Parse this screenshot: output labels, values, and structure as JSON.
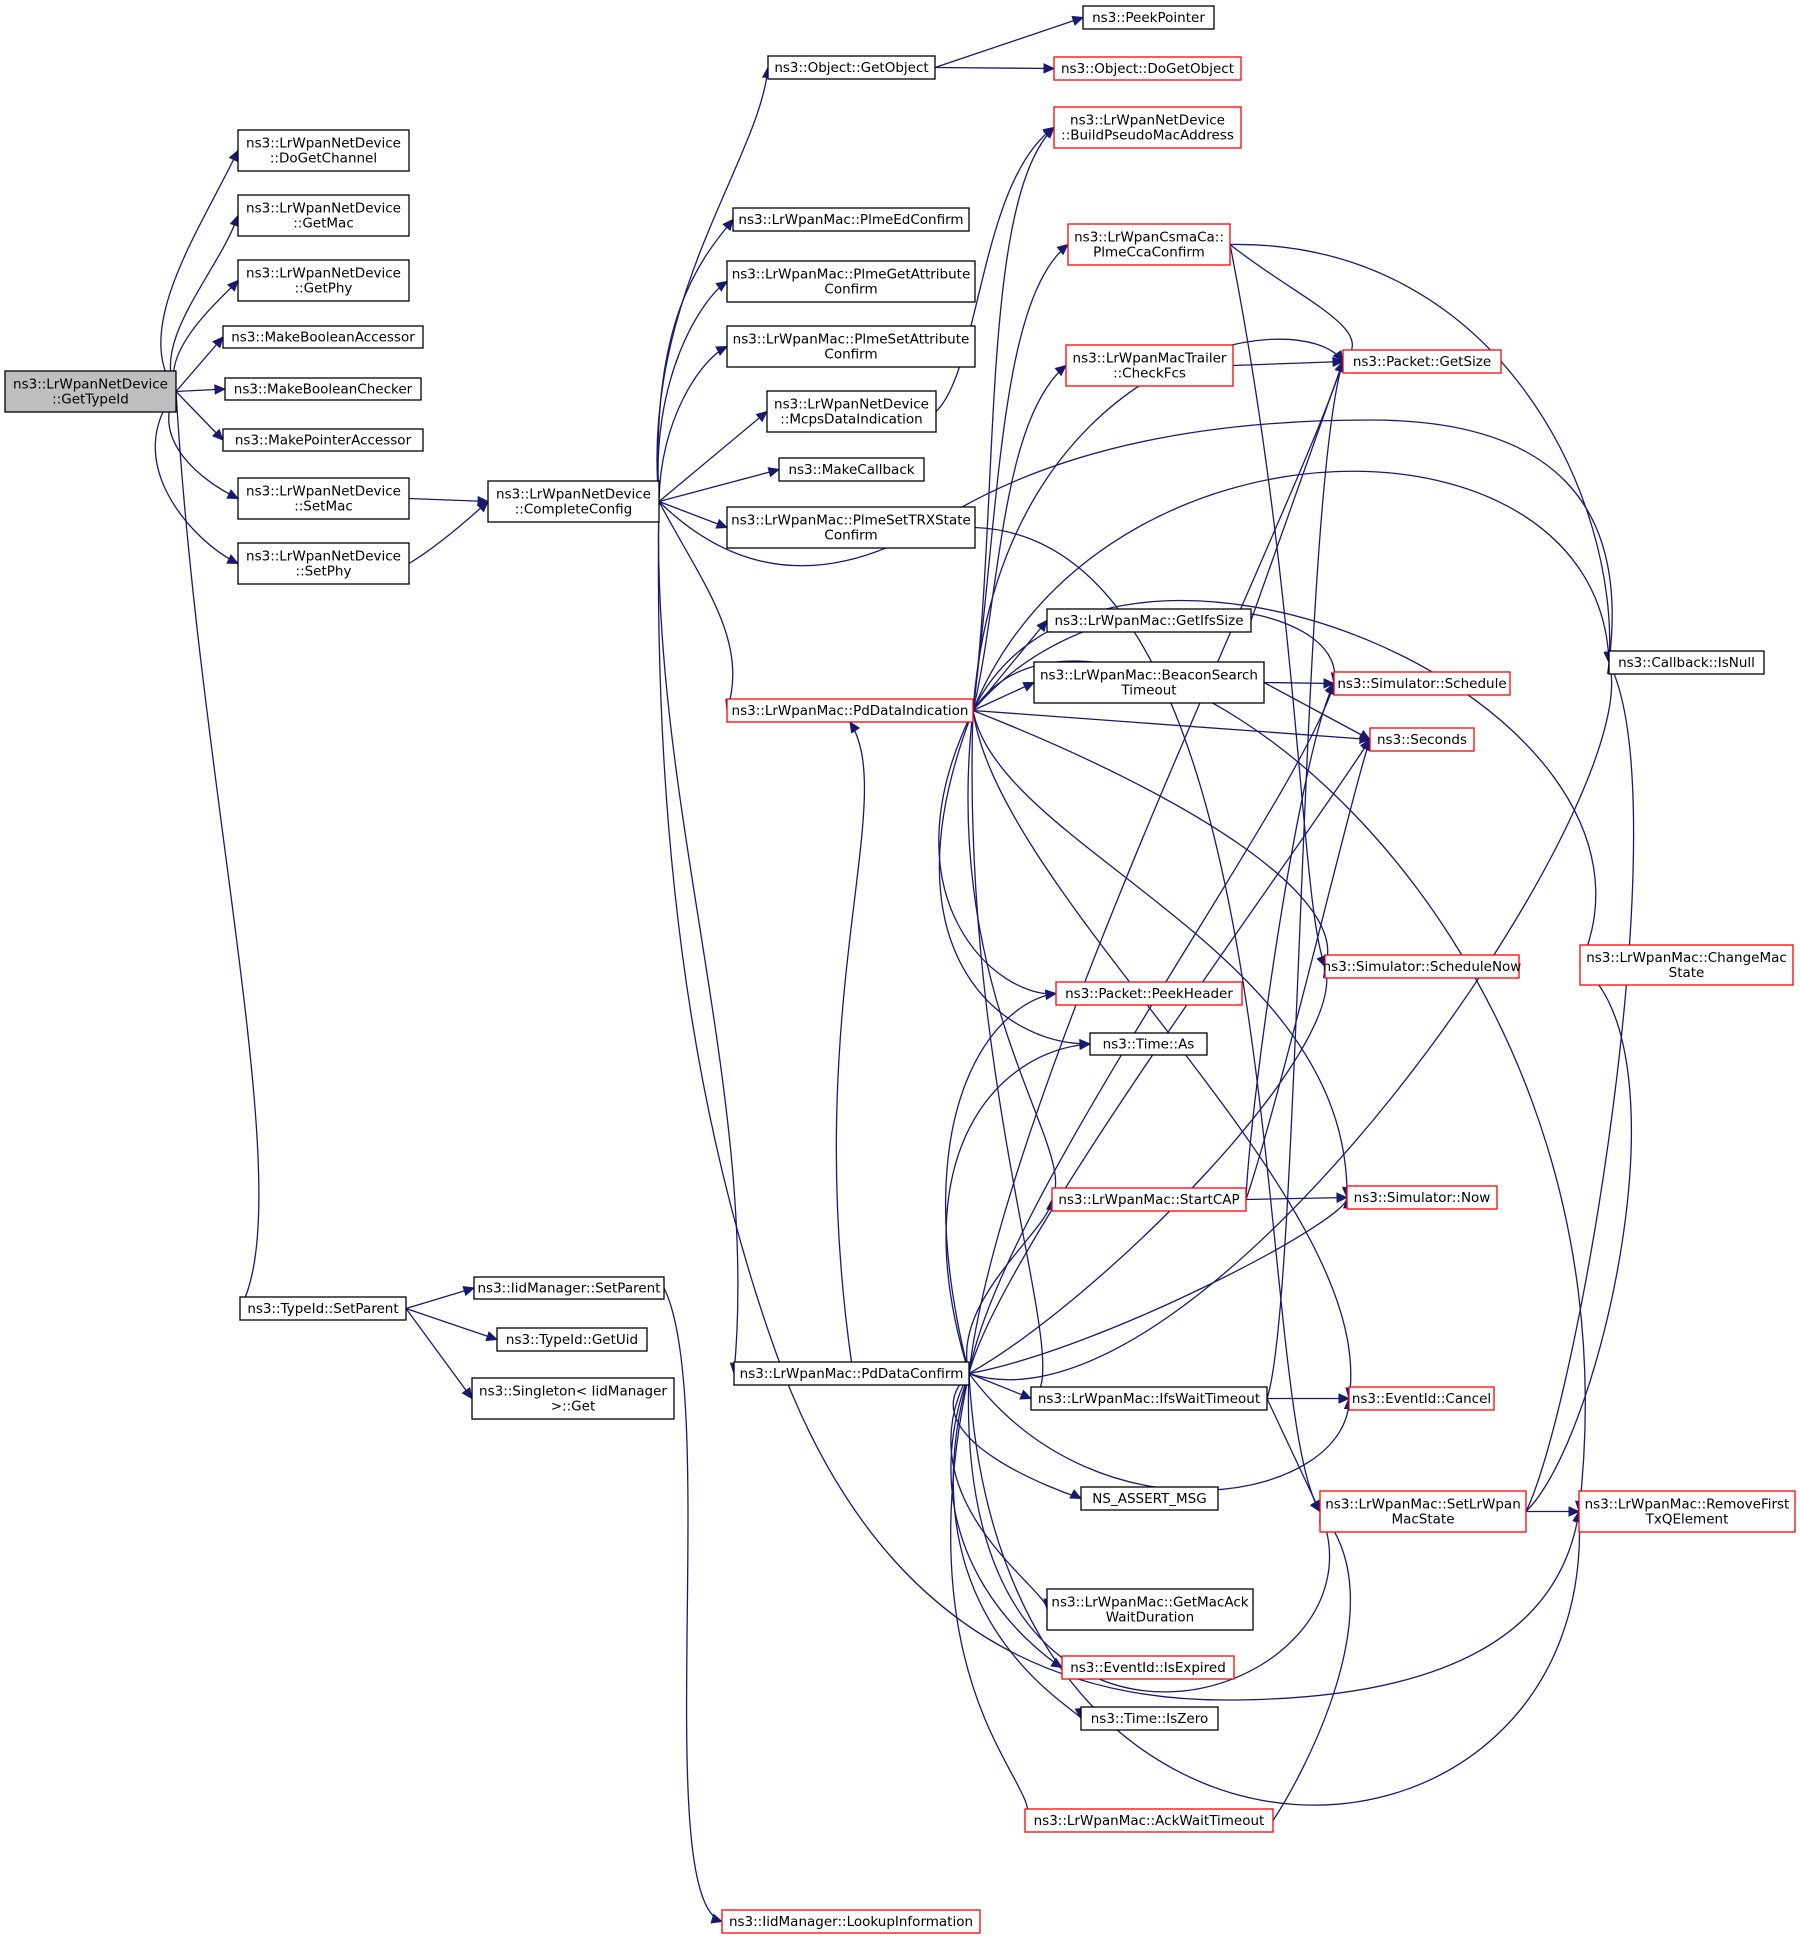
{
  "colors": {
    "edge": "#191970",
    "border_black": "#000000",
    "border_red": "#ff0000",
    "root_fill": "#bfbfbf",
    "node_fill": "#ffffff",
    "text": "#000000"
  },
  "nodes": [
    {
      "id": "n0",
      "lines": [
        "ns3::LrWpanNetDevice",
        "::GetTypeId"
      ],
      "border": "black",
      "root": true
    },
    {
      "id": "n1",
      "lines": [
        "ns3::LrWpanNetDevice",
        "::DoGetChannel"
      ],
      "border": "black"
    },
    {
      "id": "n2",
      "lines": [
        "ns3::LrWpanNetDevice",
        "::GetMac"
      ],
      "border": "black"
    },
    {
      "id": "n3",
      "lines": [
        "ns3::LrWpanNetDevice",
        "::GetPhy"
      ],
      "border": "black"
    },
    {
      "id": "n4",
      "lines": [
        "ns3::MakeBooleanAccessor"
      ],
      "border": "black"
    },
    {
      "id": "n5",
      "lines": [
        "ns3::MakeBooleanChecker"
      ],
      "border": "black"
    },
    {
      "id": "n6",
      "lines": [
        "ns3::MakePointerAccessor"
      ],
      "border": "black"
    },
    {
      "id": "n7",
      "lines": [
        "ns3::LrWpanNetDevice",
        "::SetMac"
      ],
      "border": "black"
    },
    {
      "id": "n8",
      "lines": [
        "ns3::LrWpanNetDevice",
        "::SetPhy"
      ],
      "border": "black"
    },
    {
      "id": "n9",
      "lines": [
        "ns3::TypeId::SetParent"
      ],
      "border": "black"
    },
    {
      "id": "n10",
      "lines": [
        "ns3::LrWpanNetDevice",
        "::CompleteConfig"
      ],
      "border": "black"
    },
    {
      "id": "n11",
      "lines": [
        "ns3::Object::GetObject"
      ],
      "border": "black"
    },
    {
      "id": "n12",
      "lines": [
        "ns3::LrWpanMac::PlmeEdConfirm"
      ],
      "border": "black"
    },
    {
      "id": "n13",
      "lines": [
        "ns3::LrWpanMac::PlmeGetAttribute",
        "Confirm"
      ],
      "border": "black"
    },
    {
      "id": "n14",
      "lines": [
        "ns3::LrWpanMac::PlmeSetAttribute",
        "Confirm"
      ],
      "border": "black"
    },
    {
      "id": "n15",
      "lines": [
        "ns3::LrWpanNetDevice",
        "::McpsDataIndication"
      ],
      "border": "black"
    },
    {
      "id": "n16",
      "lines": [
        "ns3::MakeCallback"
      ],
      "border": "black"
    },
    {
      "id": "n17",
      "lines": [
        "ns3::LrWpanMac::PlmeSetTRXState",
        "Confirm"
      ],
      "border": "black"
    },
    {
      "id": "n18",
      "lines": [
        "ns3::LrWpanMac::PdDataIndication"
      ],
      "border": "red"
    },
    {
      "id": "n19",
      "lines": [
        "ns3::LrWpanMac::PdDataConfirm"
      ],
      "border": "black"
    },
    {
      "id": "n20",
      "lines": [
        "ns3::IidManager::SetParent"
      ],
      "border": "black"
    },
    {
      "id": "n21",
      "lines": [
        "ns3::TypeId::GetUid"
      ],
      "border": "black"
    },
    {
      "id": "n22",
      "lines": [
        "ns3::Singleton< IidManager",
        " >::Get"
      ],
      "border": "black"
    },
    {
      "id": "n23",
      "lines": [
        "ns3::IidManager::LookupInformation"
      ],
      "border": "red"
    },
    {
      "id": "n24",
      "lines": [
        "ns3::PeekPointer"
      ],
      "border": "black"
    },
    {
      "id": "n25",
      "lines": [
        "ns3::Object::DoGetObject"
      ],
      "border": "red"
    },
    {
      "id": "n26",
      "lines": [
        "ns3::LrWpanNetDevice",
        "::BuildPseudoMacAddress"
      ],
      "border": "red"
    },
    {
      "id": "n27",
      "lines": [
        "ns3::LrWpanCsmaCa::",
        "PlmeCcaConfirm"
      ],
      "border": "red"
    },
    {
      "id": "n28",
      "lines": [
        "ns3::LrWpanMacTrailer",
        "::CheckFcs"
      ],
      "border": "red"
    },
    {
      "id": "n29",
      "lines": [
        "ns3::LrWpanMac::GetIfsSize"
      ],
      "border": "black"
    },
    {
      "id": "n30",
      "lines": [
        "ns3::LrWpanMac::BeaconSearch",
        "Timeout"
      ],
      "border": "black"
    },
    {
      "id": "n31",
      "lines": [
        "ns3::Packet::PeekHeader"
      ],
      "border": "red"
    },
    {
      "id": "n32",
      "lines": [
        "ns3::Time::As"
      ],
      "border": "black"
    },
    {
      "id": "n33",
      "lines": [
        "ns3::LrWpanMac::StartCAP"
      ],
      "border": "red"
    },
    {
      "id": "n34",
      "lines": [
        "ns3::LrWpanMac::IfsWaitTimeout"
      ],
      "border": "black"
    },
    {
      "id": "n35",
      "lines": [
        "NS_ASSERT_MSG"
      ],
      "border": "black"
    },
    {
      "id": "n36",
      "lines": [
        "ns3::LrWpanMac::GetMacAck",
        "WaitDuration"
      ],
      "border": "black"
    },
    {
      "id": "n37",
      "lines": [
        "ns3::EventId::IsExpired"
      ],
      "border": "red"
    },
    {
      "id": "n38",
      "lines": [
        "ns3::Time::IsZero"
      ],
      "border": "black"
    },
    {
      "id": "n39",
      "lines": [
        "ns3::LrWpanMac::AckWaitTimeout"
      ],
      "border": "red"
    },
    {
      "id": "n40",
      "lines": [
        "ns3::Packet::GetSize"
      ],
      "border": "red"
    },
    {
      "id": "n41",
      "lines": [
        "ns3::Simulator::Schedule"
      ],
      "border": "red"
    },
    {
      "id": "n42",
      "lines": [
        "ns3::Seconds"
      ],
      "border": "red"
    },
    {
      "id": "n43",
      "lines": [
        "ns3::Simulator::ScheduleNow"
      ],
      "border": "red"
    },
    {
      "id": "n44",
      "lines": [
        "ns3::Simulator::Now"
      ],
      "border": "red"
    },
    {
      "id": "n45",
      "lines": [
        "ns3::EventId::Cancel"
      ],
      "border": "red"
    },
    {
      "id": "n46",
      "lines": [
        "ns3::LrWpanMac::SetLrWpan",
        "MacState"
      ],
      "border": "red"
    },
    {
      "id": "n47",
      "lines": [
        "ns3::Callback::IsNull"
      ],
      "border": "black"
    },
    {
      "id": "n48",
      "lines": [
        "ns3::LrWpanMac::ChangeMac",
        "State"
      ],
      "border": "red"
    },
    {
      "id": "n49",
      "lines": [
        "ns3::LrWpanMac::RemoveFirst",
        "TxQElement"
      ],
      "border": "red"
    }
  ]
}
